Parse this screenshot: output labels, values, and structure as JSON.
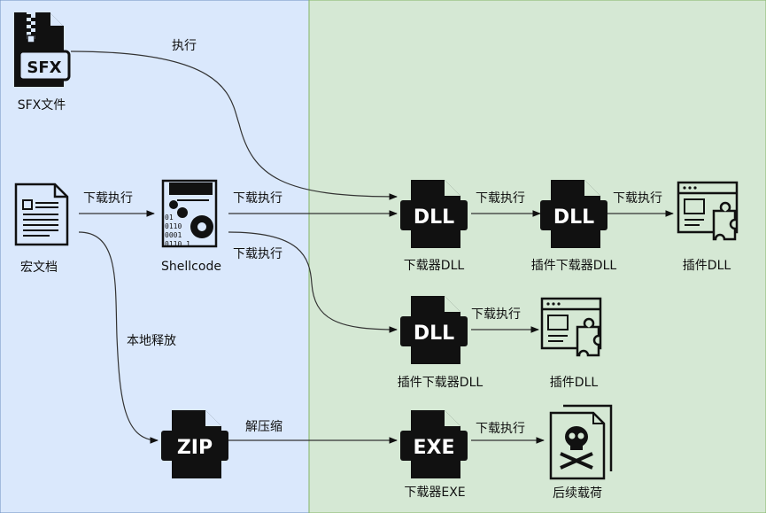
{
  "colors": {
    "left_panel_bg": "#dae8fc",
    "left_panel_border": "#6c8ebf",
    "right_panel_bg": "#d5e8d4",
    "right_panel_border": "#82b366",
    "icon": "#111111",
    "edge": "#333333"
  },
  "nodes": {
    "sfx": {
      "label": "SFX文件",
      "badge": "SFX",
      "icon": "archive-file-icon"
    },
    "macro": {
      "label": "宏文档",
      "icon": "document-icon"
    },
    "shellcode": {
      "label": "Shellcode",
      "icon": "shellcode-gears-icon",
      "binary_lines": [
        "01",
        "0110",
        "0001",
        "0110 1"
      ]
    },
    "zip": {
      "badge": "ZIP",
      "icon": "zip-file-icon"
    },
    "downloader_dll": {
      "label": "下载器DLL",
      "badge": "DLL",
      "icon": "dll-file-icon"
    },
    "plugin_downloader_dll_top": {
      "label": "插件下载器DLL",
      "badge": "DLL",
      "icon": "dll-file-icon"
    },
    "plugin_dll_top": {
      "label": "插件DLL",
      "icon": "plugin-window-icon"
    },
    "plugin_downloader_dll_mid": {
      "label": "插件下载器DLL",
      "badge": "DLL",
      "icon": "dll-file-icon"
    },
    "plugin_dll_mid": {
      "label": "插件DLL",
      "icon": "plugin-window-icon"
    },
    "downloader_exe": {
      "label": "下载器EXE",
      "badge": "EXE",
      "icon": "exe-file-icon"
    },
    "payload": {
      "label": "后续载荷",
      "icon": "skull-file-icon"
    }
  },
  "edges": {
    "sfx_to_dll": "执行",
    "macro_to_shellcode": "下载执行",
    "shellcode_to_dll": "下载执行",
    "shellcode_to_mid_dll": "下载执行",
    "macro_to_zip": "本地释放",
    "dll_to_plugin_downloader": "下载执行",
    "plugin_downloader_to_plugin": "下载执行",
    "mid_dll_to_plugin": "下载执行",
    "zip_to_exe": "解压缩",
    "exe_to_payload": "下载执行"
  }
}
